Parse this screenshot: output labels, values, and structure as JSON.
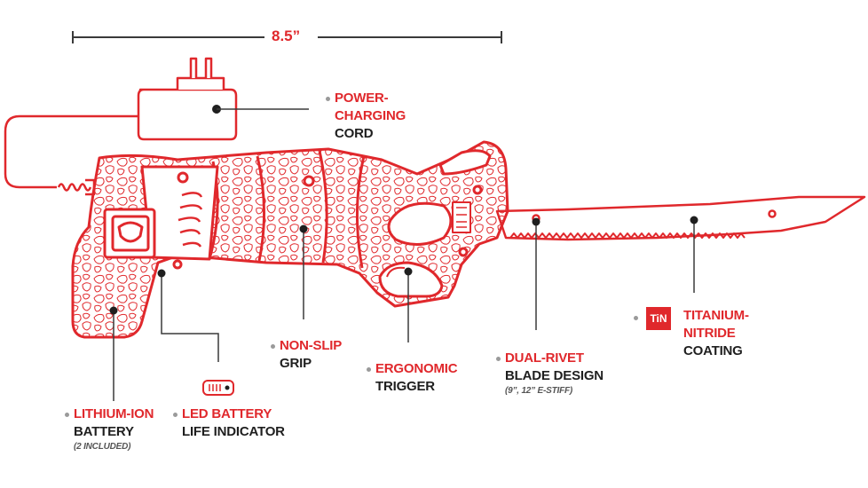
{
  "dimension": {
    "text": "8.5”"
  },
  "colors": {
    "accent": "#e0282c",
    "text": "#1f1f1f",
    "leader": "#3a3a3a",
    "bullet": "#9a9a9a"
  },
  "labels": {
    "power": {
      "line1": "POWER-",
      "line2": "CHARGING",
      "line3": "CORD"
    },
    "lithium": {
      "line1": "LITHIUM-ION",
      "line2": "BATTERY",
      "note": "(2 INCLUDED)"
    },
    "led": {
      "line1": "LED BATTERY",
      "line2": "LIFE INDICATOR"
    },
    "grip": {
      "line1": "NON-SLIP",
      "line2": "GRIP"
    },
    "trigger": {
      "line1": "ERGONOMIC",
      "line2": "TRIGGER"
    },
    "rivet": {
      "line1": "DUAL-RIVET",
      "line2": "BLADE DESIGN",
      "note": "(9”, 12” E-STIFF)"
    },
    "coating": {
      "badge": "TiN",
      "line1": "TITANIUM-",
      "line2": "NITRIDE",
      "line3": "COATING"
    }
  },
  "icons": [
    "electric-fillet-knife-illustration",
    "battery-led-icon",
    "tin-badge"
  ]
}
